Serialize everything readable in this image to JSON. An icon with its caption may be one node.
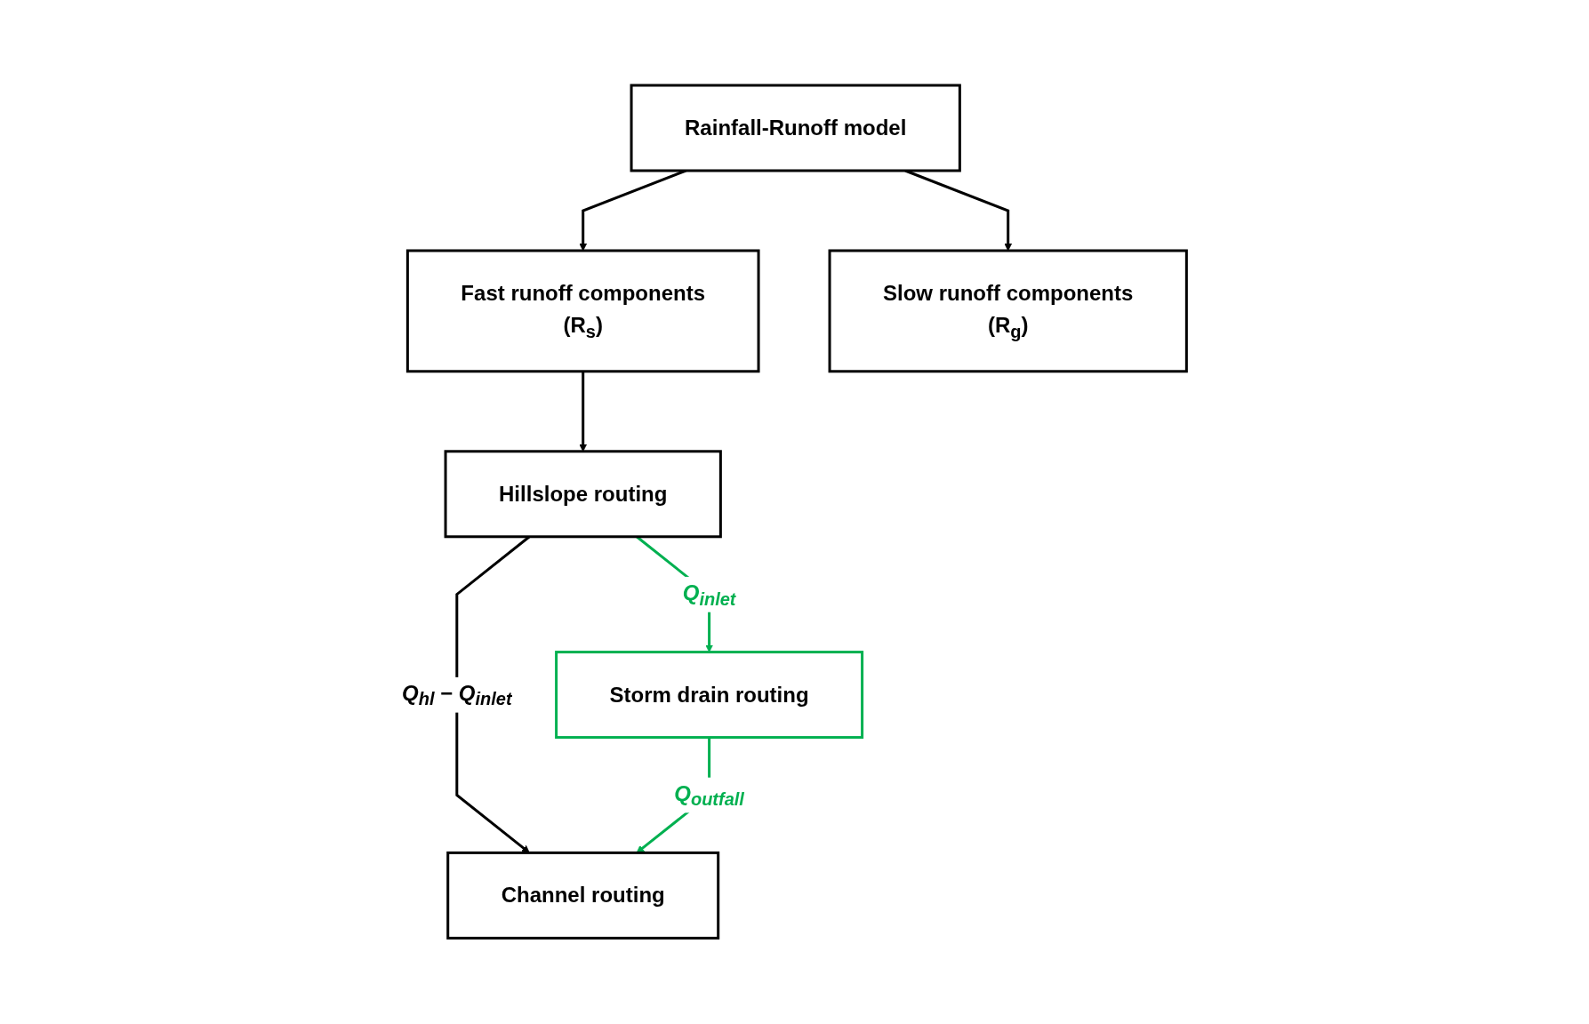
{
  "diagram": {
    "nodes": [
      {
        "text": [
          "Rainfall-Runoff model"
        ]
      },
      {
        "text": [
          "Fast runoff components",
          "(R$_{s}$)"
        ]
      },
      {
        "text": [
          "Slow runoff components",
          "(R$_{g}$)"
        ]
      },
      {
        "text": [
          "Hillslope routing"
        ]
      },
      {
        "text": [
          "Channel routing"
        ]
      },
      {
        "text": [
          "Storm drain routing"
        ]
      }
    ],
    "edges": [
      {
        "from": 0,
        "to": 1,
        "arrow": "to"
      },
      {
        "from": 0,
        "to": 2,
        "arrow": "to"
      },
      {
        "from": 1,
        "to": 3,
        "arrow": "to"
      },
      {
        "from": 3,
        "to": 4,
        "arrow": "to",
        "label": "Q$_{hl}$ − Q$_{inlet}$"
      },
      {
        "from": 3,
        "to": 5,
        "arrow": "to",
        "label": "Q$_{inlet}$",
        "color": "#00b050"
      },
      {
        "from": 5,
        "to": 4,
        "arrow": "to",
        "label": "Q$_{outfall}$",
        "color": "#00b050"
      }
    ]
  }
}
